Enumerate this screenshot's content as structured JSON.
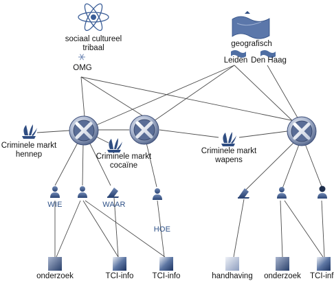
{
  "top": {
    "sociaal_cultureel": "sociaal cultureel",
    "tribaal": "tribaal",
    "omg": "OMG",
    "geografisch": "geografisch",
    "leiden": "Leiden",
    "den_haag": "Den Haag"
  },
  "markets": {
    "hennep_1": "Criminele markt",
    "hennep_2": "hennep",
    "cocaine_1": "Criminele markt",
    "cocaine_2": "cocaïne",
    "wapens_1": "Criminele markt",
    "wapens_2": "wapens"
  },
  "roles": {
    "wie": "WIE",
    "waar": "WAAR",
    "hoe": "HOE"
  },
  "bottom": {
    "onderzoek_1": "onderzoek",
    "tci_1": "TCI-info",
    "tci_2": "TCI-info",
    "handhaving": "handhaving",
    "onderzoek_2": "onderzoek",
    "tci_3": "TCI-info"
  },
  "colors": {
    "line": "#4a4a4a",
    "accent": "#2c4f86",
    "square_dark": "#1f3b6e",
    "square_light": "#c9d3e6"
  },
  "icons": [
    "atom-icon",
    "snowflake-icon",
    "flag-map-icon",
    "hub-node-icon",
    "plant-market-icon",
    "person-icon"
  ]
}
